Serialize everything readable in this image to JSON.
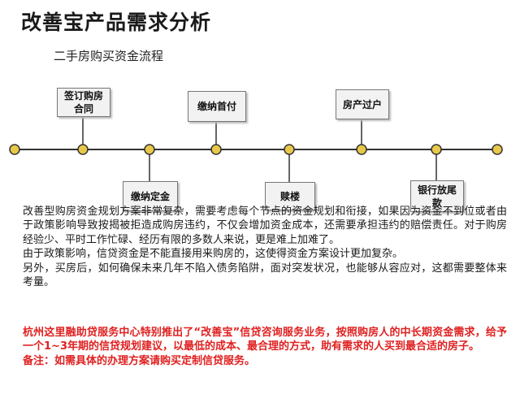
{
  "title": "改善宝产品需求分析",
  "subtitle": "二手房购买资金流程",
  "flow": {
    "steps_above": [
      {
        "label": "签订购房\n合同"
      },
      {
        "label": "缴纳首付"
      },
      {
        "label": "房产过户"
      }
    ],
    "steps_below": [
      {
        "label": "缴纳定金"
      },
      {
        "label": "赎楼"
      },
      {
        "label": "银行放尾\n款"
      }
    ]
  },
  "description": [
    "改善型购房资金规划方案非常复杂，需要考虑每个节点的资金规划和衔接，如果因为资金不到位或者由于政策影响导致按揭被拒造成购房违约，不仅会增加资金成本，还需要承担违约的赔偿责任。对于购房经验少、平时工作忙碌、经历有限的多数人来说，更是难上加难了。",
    "由于政策影响，信贷资金是不能直接用来购房的，这使得资金方案设计更加复杂。",
    "另外，买房后，如何确保未来几年不陷入债务陷阱，面对突发状况，也能够从容应对，这都需要整体来考量。"
  ],
  "promo": [
    "杭州这里融助贷服务中心特别推出了“改善宝”信贷咨询服务业务，按照购房人的中长期资金需求，给予一个1~3年期的信贷规划建议，以最低的成本、最合理的方式，助有需求的人买到最合适的房子。",
    "备注：如需具体的办理方案请购买定制信贷服务。"
  ],
  "colors": {
    "timeline": "#333333",
    "node_fill": "#e8c84a",
    "node_stroke": "#333333",
    "box_fill": "#f2f2f2",
    "promo_text": "#e02020"
  }
}
